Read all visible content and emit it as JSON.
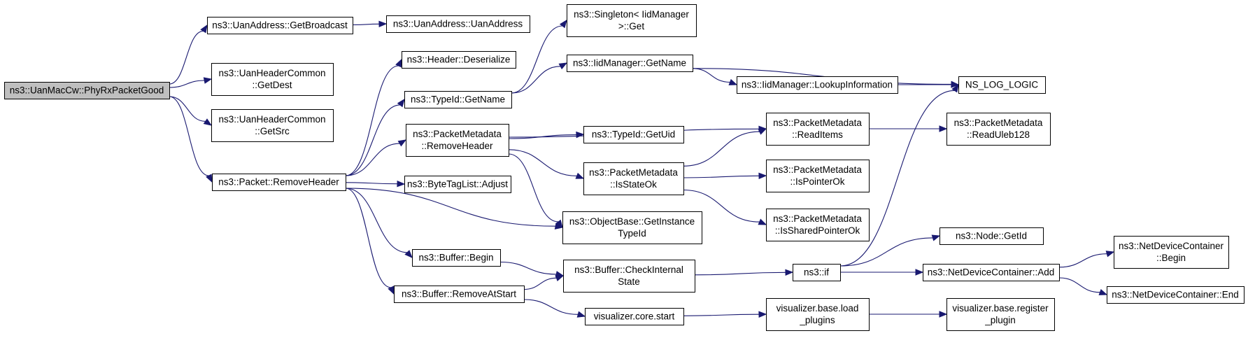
{
  "graph": {
    "nodes": [
      {
        "id": "phyrx",
        "lines": [
          "ns3::UanMacCw::PhyRxPacketGood"
        ],
        "root": true
      },
      {
        "id": "getbroadcast",
        "lines": [
          "ns3::UanAddress::GetBroadcast"
        ]
      },
      {
        "id": "uanaddress",
        "lines": [
          "ns3::UanAddress::UanAddress"
        ]
      },
      {
        "id": "getdest",
        "lines": [
          "ns3::UanHeaderCommon",
          "::GetDest"
        ]
      },
      {
        "id": "getsrc",
        "lines": [
          "ns3::UanHeaderCommon",
          "::GetSrc"
        ]
      },
      {
        "id": "pkt_removeheader",
        "lines": [
          "ns3::Packet::RemoveHeader"
        ]
      },
      {
        "id": "header_deserialize",
        "lines": [
          "ns3::Header::Deserialize"
        ]
      },
      {
        "id": "typeid_getname",
        "lines": [
          "ns3::TypeId::GetName"
        ]
      },
      {
        "id": "pm_removeheader",
        "lines": [
          "ns3::PacketMetadata",
          "::RemoveHeader"
        ]
      },
      {
        "id": "bytetaglist_adjust",
        "lines": [
          "ns3::ByteTagList::Adjust"
        ]
      },
      {
        "id": "buffer_begin",
        "lines": [
          "ns3::Buffer::Begin"
        ]
      },
      {
        "id": "buffer_removeatstart",
        "lines": [
          "ns3::Buffer::RemoveAtStart"
        ]
      },
      {
        "id": "singleton_get",
        "lines": [
          "ns3::Singleton< IidManager",
          ">::Get"
        ]
      },
      {
        "id": "iid_getname",
        "lines": [
          "ns3::IidManager::GetName"
        ]
      },
      {
        "id": "typeid_getuid",
        "lines": [
          "ns3::TypeId::GetUid"
        ]
      },
      {
        "id": "pm_isstateok",
        "lines": [
          "ns3::PacketMetadata",
          "::IsStateOk"
        ]
      },
      {
        "id": "objectbase_getinstancetypeid",
        "lines": [
          "ns3::ObjectBase::GetInstance",
          "TypeId"
        ]
      },
      {
        "id": "buffer_checkinternalstate",
        "lines": [
          "ns3::Buffer::CheckInternal",
          "State"
        ]
      },
      {
        "id": "vis_core_start",
        "lines": [
          "visualizer.core.start"
        ]
      },
      {
        "id": "iid_lookupinformation",
        "lines": [
          "ns3::IidManager::LookupInformation"
        ]
      },
      {
        "id": "pm_readitems",
        "lines": [
          "ns3::PacketMetadata",
          "::ReadItems"
        ]
      },
      {
        "id": "pm_ispointerok",
        "lines": [
          "ns3::PacketMetadata",
          "::IsPointerOk"
        ]
      },
      {
        "id": "pm_issharedpointerok",
        "lines": [
          "ns3::PacketMetadata",
          "::IsSharedPointerOk"
        ]
      },
      {
        "id": "ns3_if",
        "lines": [
          "ns3::if"
        ]
      },
      {
        "id": "vis_base_load_plugins",
        "lines": [
          "visualizer.base.load",
          "_plugins"
        ]
      },
      {
        "id": "ns_log_logic",
        "lines": [
          "NS_LOG_LOGIC"
        ]
      },
      {
        "id": "pm_readuleb128",
        "lines": [
          "ns3::PacketMetadata",
          "::ReadUleb128"
        ]
      },
      {
        "id": "node_getid",
        "lines": [
          "ns3::Node::GetId"
        ]
      },
      {
        "id": "ndc_add",
        "lines": [
          "ns3::NetDeviceContainer::Add"
        ]
      },
      {
        "id": "vis_base_register_plugin",
        "lines": [
          "visualizer.base.register",
          "_plugin"
        ]
      },
      {
        "id": "ndc_begin",
        "lines": [
          "ns3::NetDeviceContainer",
          "::Begin"
        ]
      },
      {
        "id": "ndc_end",
        "lines": [
          "ns3::NetDeviceContainer::End"
        ]
      }
    ],
    "edges": [
      {
        "from": "phyrx",
        "to": "getbroadcast"
      },
      {
        "from": "phyrx",
        "to": "getdest"
      },
      {
        "from": "phyrx",
        "to": "getsrc"
      },
      {
        "from": "phyrx",
        "to": "pkt_removeheader"
      },
      {
        "from": "getbroadcast",
        "to": "uanaddress"
      },
      {
        "from": "pkt_removeheader",
        "to": "header_deserialize"
      },
      {
        "from": "pkt_removeheader",
        "to": "typeid_getname"
      },
      {
        "from": "pkt_removeheader",
        "to": "pm_removeheader"
      },
      {
        "from": "pkt_removeheader",
        "to": "bytetaglist_adjust"
      },
      {
        "from": "pkt_removeheader",
        "to": "objectbase_getinstancetypeid"
      },
      {
        "from": "pkt_removeheader",
        "to": "buffer_begin"
      },
      {
        "from": "pkt_removeheader",
        "to": "buffer_removeatstart"
      },
      {
        "from": "typeid_getname",
        "to": "singleton_get"
      },
      {
        "from": "typeid_getname",
        "to": "iid_getname"
      },
      {
        "from": "iid_getname",
        "to": "ns_log_logic"
      },
      {
        "from": "iid_getname",
        "to": "iid_lookupinformation"
      },
      {
        "from": "iid_lookupinformation",
        "to": "ns_log_logic"
      },
      {
        "from": "pm_removeheader",
        "to": "pm_readitems"
      },
      {
        "from": "pm_removeheader",
        "to": "typeid_getuid"
      },
      {
        "from": "pm_removeheader",
        "to": "pm_isstateok"
      },
      {
        "from": "pm_removeheader",
        "to": "objectbase_getinstancetypeid"
      },
      {
        "from": "pm_isstateok",
        "to": "pm_readitems"
      },
      {
        "from": "pm_isstateok",
        "to": "pm_ispointerok"
      },
      {
        "from": "pm_isstateok",
        "to": "pm_issharedpointerok"
      },
      {
        "from": "pm_readitems",
        "to": "pm_readuleb128"
      },
      {
        "from": "buffer_begin",
        "to": "buffer_checkinternalstate"
      },
      {
        "from": "buffer_removeatstart",
        "to": "buffer_checkinternalstate"
      },
      {
        "from": "buffer_removeatstart",
        "to": "vis_core_start"
      },
      {
        "from": "buffer_checkinternalstate",
        "to": "ns3_if"
      },
      {
        "from": "ns3_if",
        "to": "ns_log_logic"
      },
      {
        "from": "ns3_if",
        "to": "node_getid"
      },
      {
        "from": "ns3_if",
        "to": "ndc_add"
      },
      {
        "from": "ndc_add",
        "to": "ndc_begin"
      },
      {
        "from": "ndc_add",
        "to": "ndc_end"
      },
      {
        "from": "vis_core_start",
        "to": "vis_base_load_plugins"
      },
      {
        "from": "vis_base_load_plugins",
        "to": "vis_base_register_plugin"
      }
    ],
    "colors": {
      "edge": "#191970",
      "node_border": "#000000",
      "node_fill": "#ffffff",
      "root_fill": "#bfbfbf"
    }
  }
}
